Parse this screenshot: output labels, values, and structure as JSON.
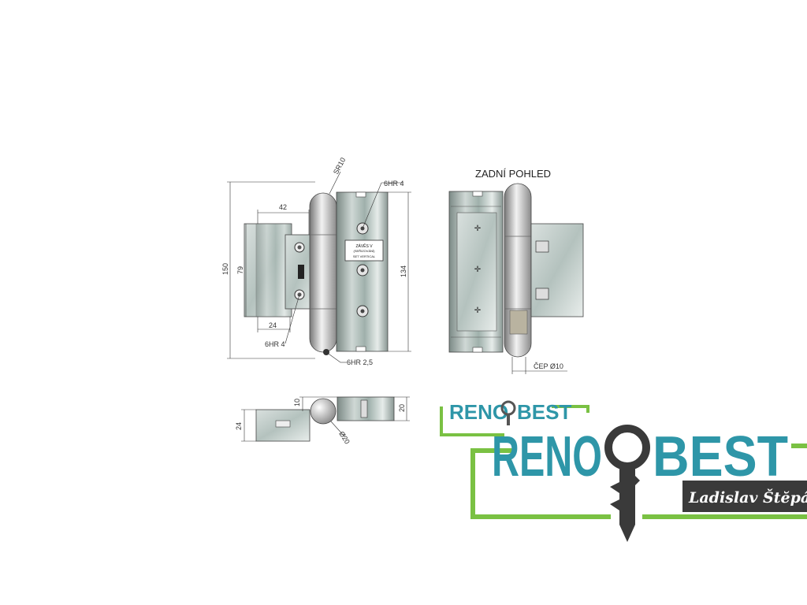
{
  "views": {
    "back_view_title": "ZADNÍ POHLED"
  },
  "dimensions": {
    "sr10": "SR10",
    "hr4_top": "6HR 4",
    "d42": "42",
    "d150": "150",
    "d79": "79",
    "d134": "134",
    "d24_front": "24",
    "hr4_bottom": "6HR 4",
    "hr25": "6HR 2,5",
    "cep10": "ČEP Ø10",
    "d10": "10",
    "d20": "20",
    "d24_side": "24",
    "d20_dia": "Ø20"
  },
  "label_plate": {
    "line1": "ZÁVĚS V",
    "line2": "(SEŘIZOVÁNÍ)",
    "line3": "SET VERTICAL"
  },
  "logo": {
    "small_left": "RENO",
    "small_right": "BEST",
    "big_left": "RENO",
    "big_right": "BEST",
    "signature": "Ladislav Štĕpán",
    "colors": {
      "teal": "#2e96a8",
      "green": "#7ac143",
      "dark": "#3a3a3a"
    }
  },
  "icons": {
    "key": "key-icon"
  }
}
